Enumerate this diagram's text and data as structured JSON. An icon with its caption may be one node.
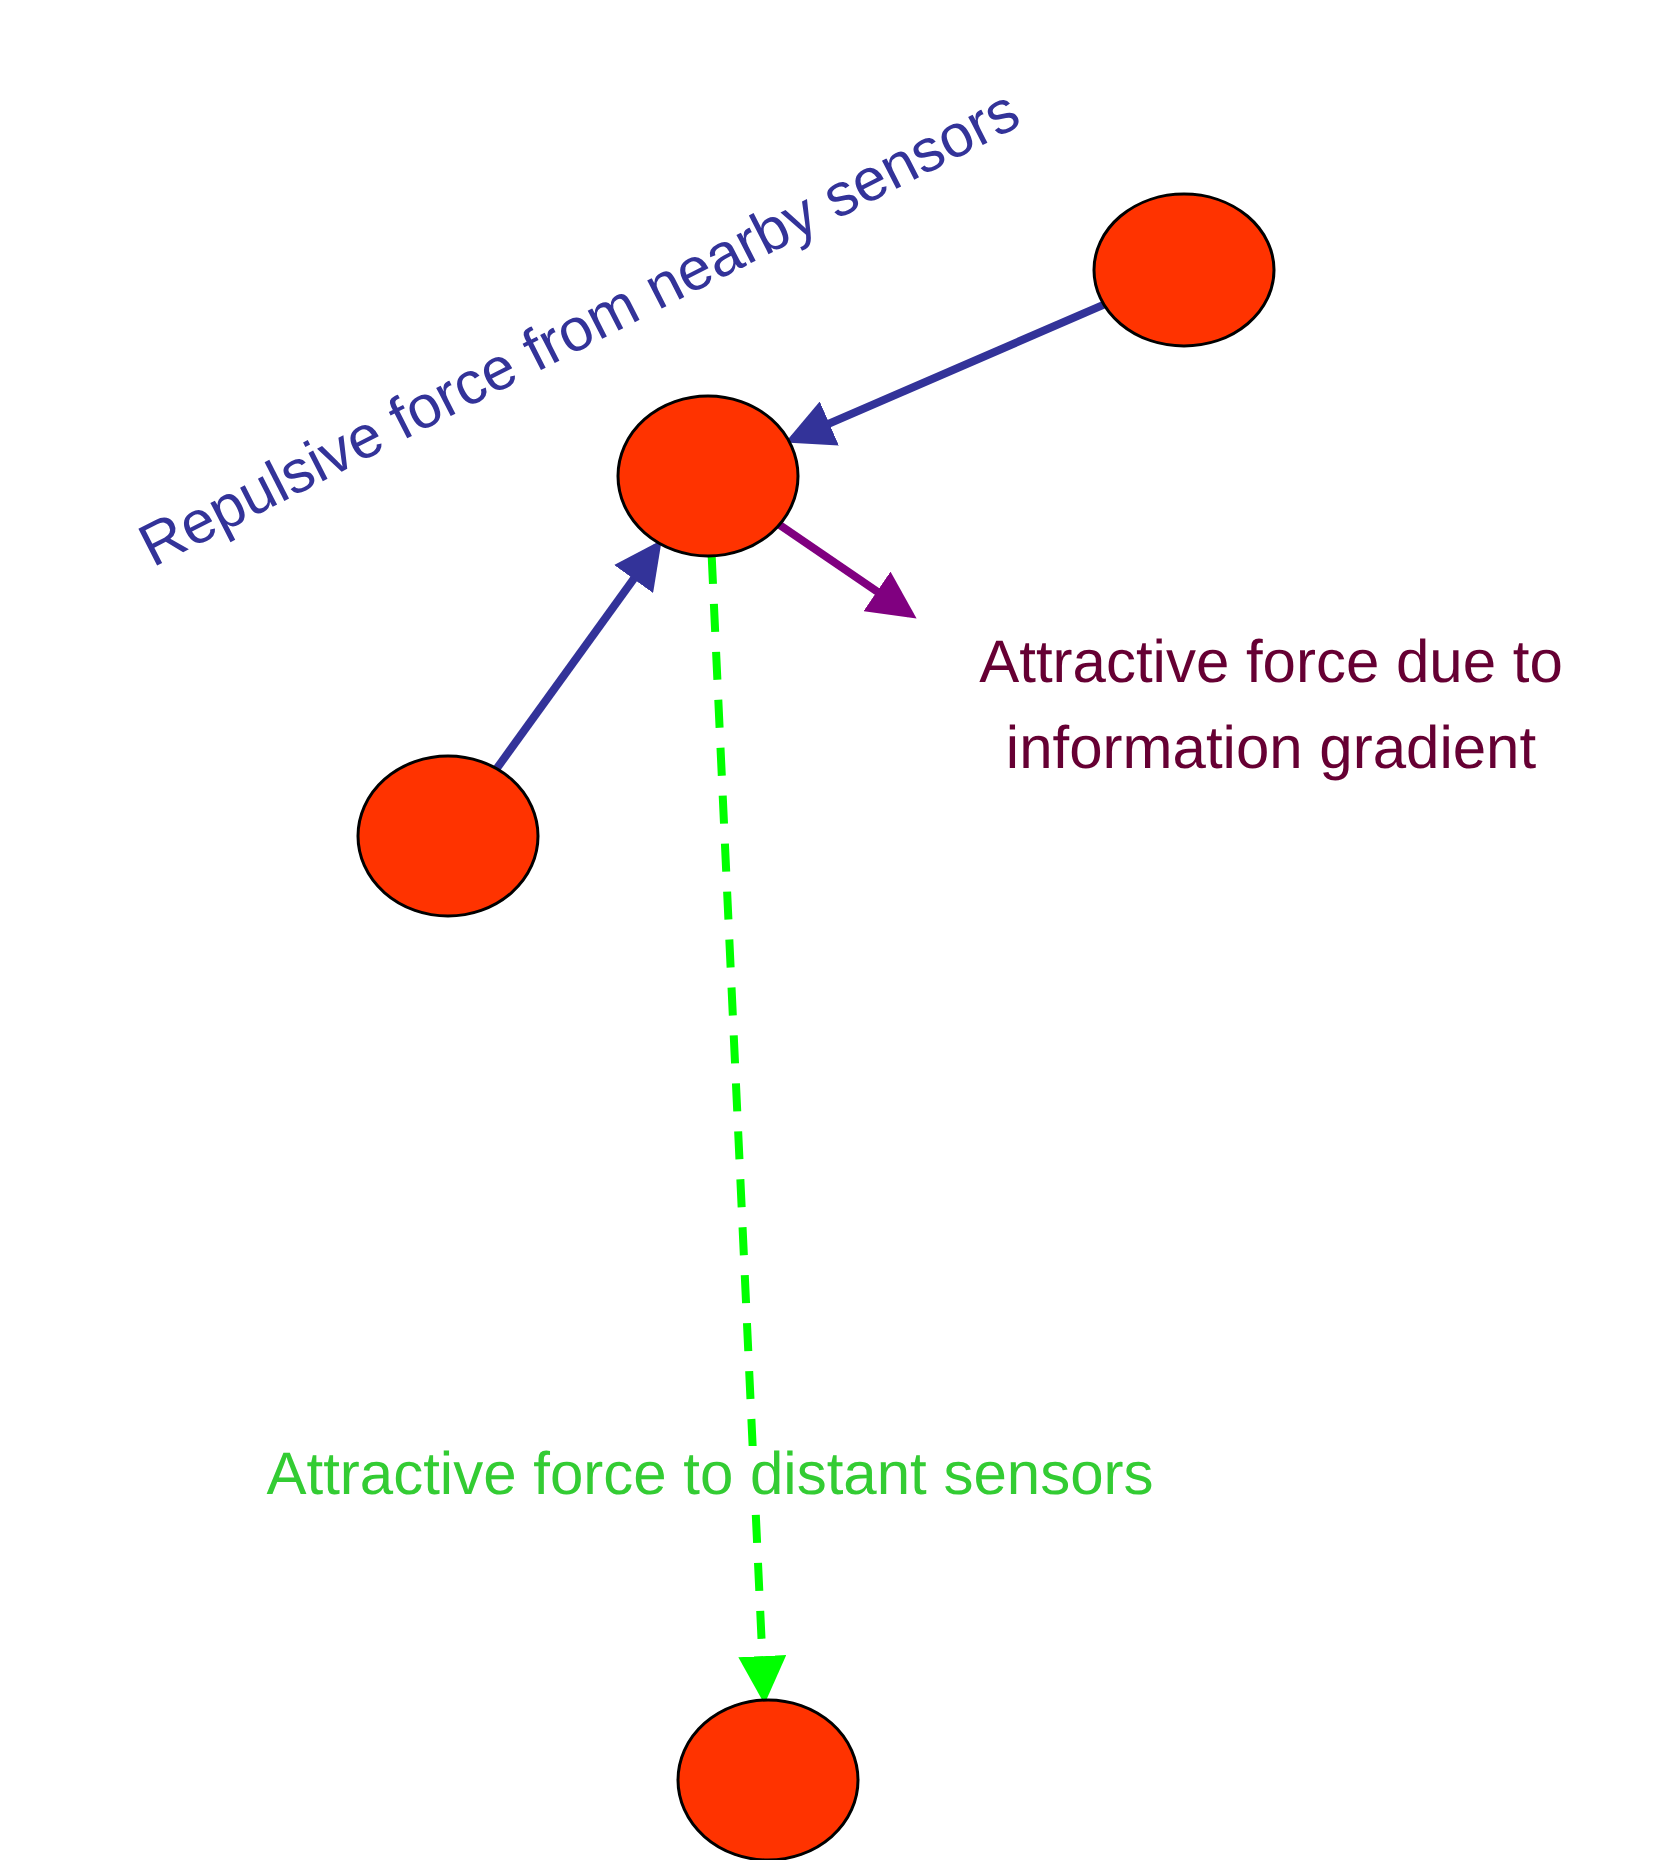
{
  "diagram": {
    "nodes": [
      {
        "text": [],
        "shape": "circle"
      },
      {
        "text": [],
        "shape": "circle"
      },
      {
        "text": [],
        "shape": "circle"
      },
      {
        "text": [],
        "shape": "circle"
      }
    ],
    "edges": [
      {
        "from": 1,
        "to": 0,
        "arrow": "to"
      },
      {
        "from": 2,
        "to": 0,
        "arrow": "to"
      },
      {
        "from": 0,
        "to": 3,
        "arrow": "to",
        "style": "dashed",
        "color": "#00ff00",
        "label": "Attractive force to distant sensors"
      },
      {
        "from": 0,
        "to": null,
        "arrow": "to",
        "color": "#800080"
      }
    ],
    "labels": [
      "Repulsive force from nearby sensors",
      "Attractive force due to information gradient"
    ]
  }
}
